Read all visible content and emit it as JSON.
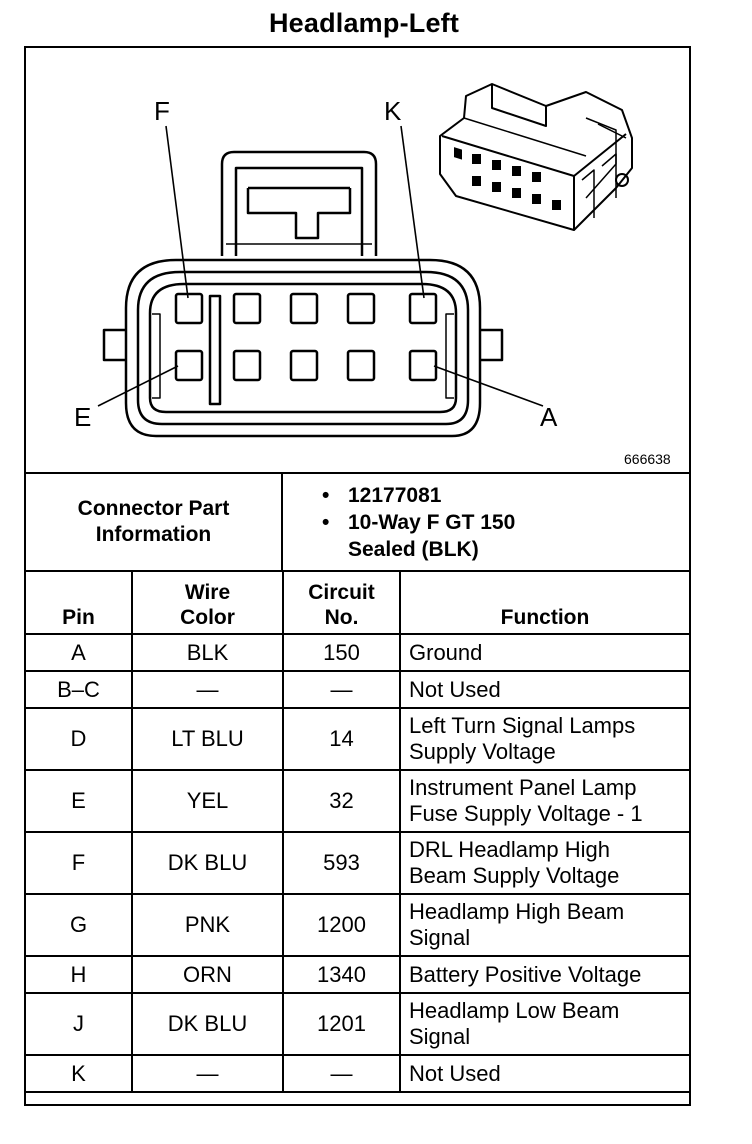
{
  "title": "Headlamp-Left",
  "diagram": {
    "figure_number": "666638",
    "callouts": [
      "F",
      "K",
      "E",
      "A"
    ]
  },
  "connector": {
    "label_line1": "Connector Part",
    "label_line2": "Information",
    "part_number": "12177081",
    "description_line1": "10-Way F GT 150",
    "description_line2": "Sealed (BLK)"
  },
  "table": {
    "headers": {
      "pin": "Pin",
      "wire_color_line1": "Wire",
      "wire_color_line2": "Color",
      "circuit_line1": "Circuit",
      "circuit_line2": "No.",
      "function": "Function"
    },
    "rows": [
      {
        "pin": "A",
        "color": "BLK",
        "circuit": "150",
        "function_line1": "Ground",
        "function_line2": ""
      },
      {
        "pin": "B–C",
        "color": "—",
        "circuit": "—",
        "function_line1": "Not Used",
        "function_line2": ""
      },
      {
        "pin": "D",
        "color": "LT BLU",
        "circuit": "14",
        "function_line1": "Left Turn Signal Lamps",
        "function_line2": "Supply Voltage"
      },
      {
        "pin": "E",
        "color": "YEL",
        "circuit": "32",
        "function_line1": "Instrument Panel Lamp",
        "function_line2": "Fuse Supply Voltage - 1"
      },
      {
        "pin": "F",
        "color": "DK BLU",
        "circuit": "593",
        "function_line1": "DRL Headlamp High",
        "function_line2": "Beam Supply Voltage"
      },
      {
        "pin": "G",
        "color": "PNK",
        "circuit": "1200",
        "function_line1": "Headlamp High Beam",
        "function_line2": "Signal"
      },
      {
        "pin": "H",
        "color": "ORN",
        "circuit": "1340",
        "function_line1": "Battery Positive Voltage",
        "function_line2": ""
      },
      {
        "pin": "J",
        "color": "DK BLU",
        "circuit": "1201",
        "function_line1": "Headlamp Low Beam",
        "function_line2": "Signal"
      },
      {
        "pin": "K",
        "color": "—",
        "circuit": "—",
        "function_line1": "Not Used",
        "function_line2": ""
      }
    ]
  }
}
